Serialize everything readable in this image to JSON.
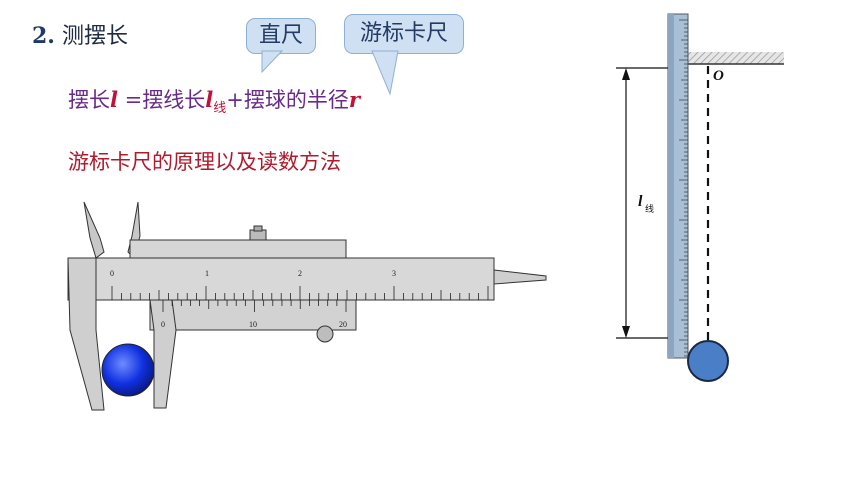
{
  "heading": {
    "number": "2.",
    "text": "测摆长"
  },
  "callouts": {
    "ruler": "直尺",
    "caliper": "游标卡尺"
  },
  "formula": {
    "part1": "摆长",
    "var_l": "l",
    "part2": " =摆线长",
    "var_l2": "l",
    "sub_line": "线",
    "part3": "+摆球的半径",
    "var_r": "r"
  },
  "principle": "游标卡尺的原理以及读数方法",
  "caliper": {
    "main_scale_labels": [
      "0",
      "1",
      "2",
      "3"
    ],
    "vernier_labels": [
      "0",
      "10",
      "20"
    ]
  },
  "pendulum": {
    "pivot_label": "O",
    "length_label": "l",
    "length_sub": "线"
  },
  "colors": {
    "ball_caliper": "#1030e0",
    "ball_pendulum": "#4a7fc8",
    "ruler": "#9fb6cf",
    "callout_bg": "#cfe0f3"
  }
}
